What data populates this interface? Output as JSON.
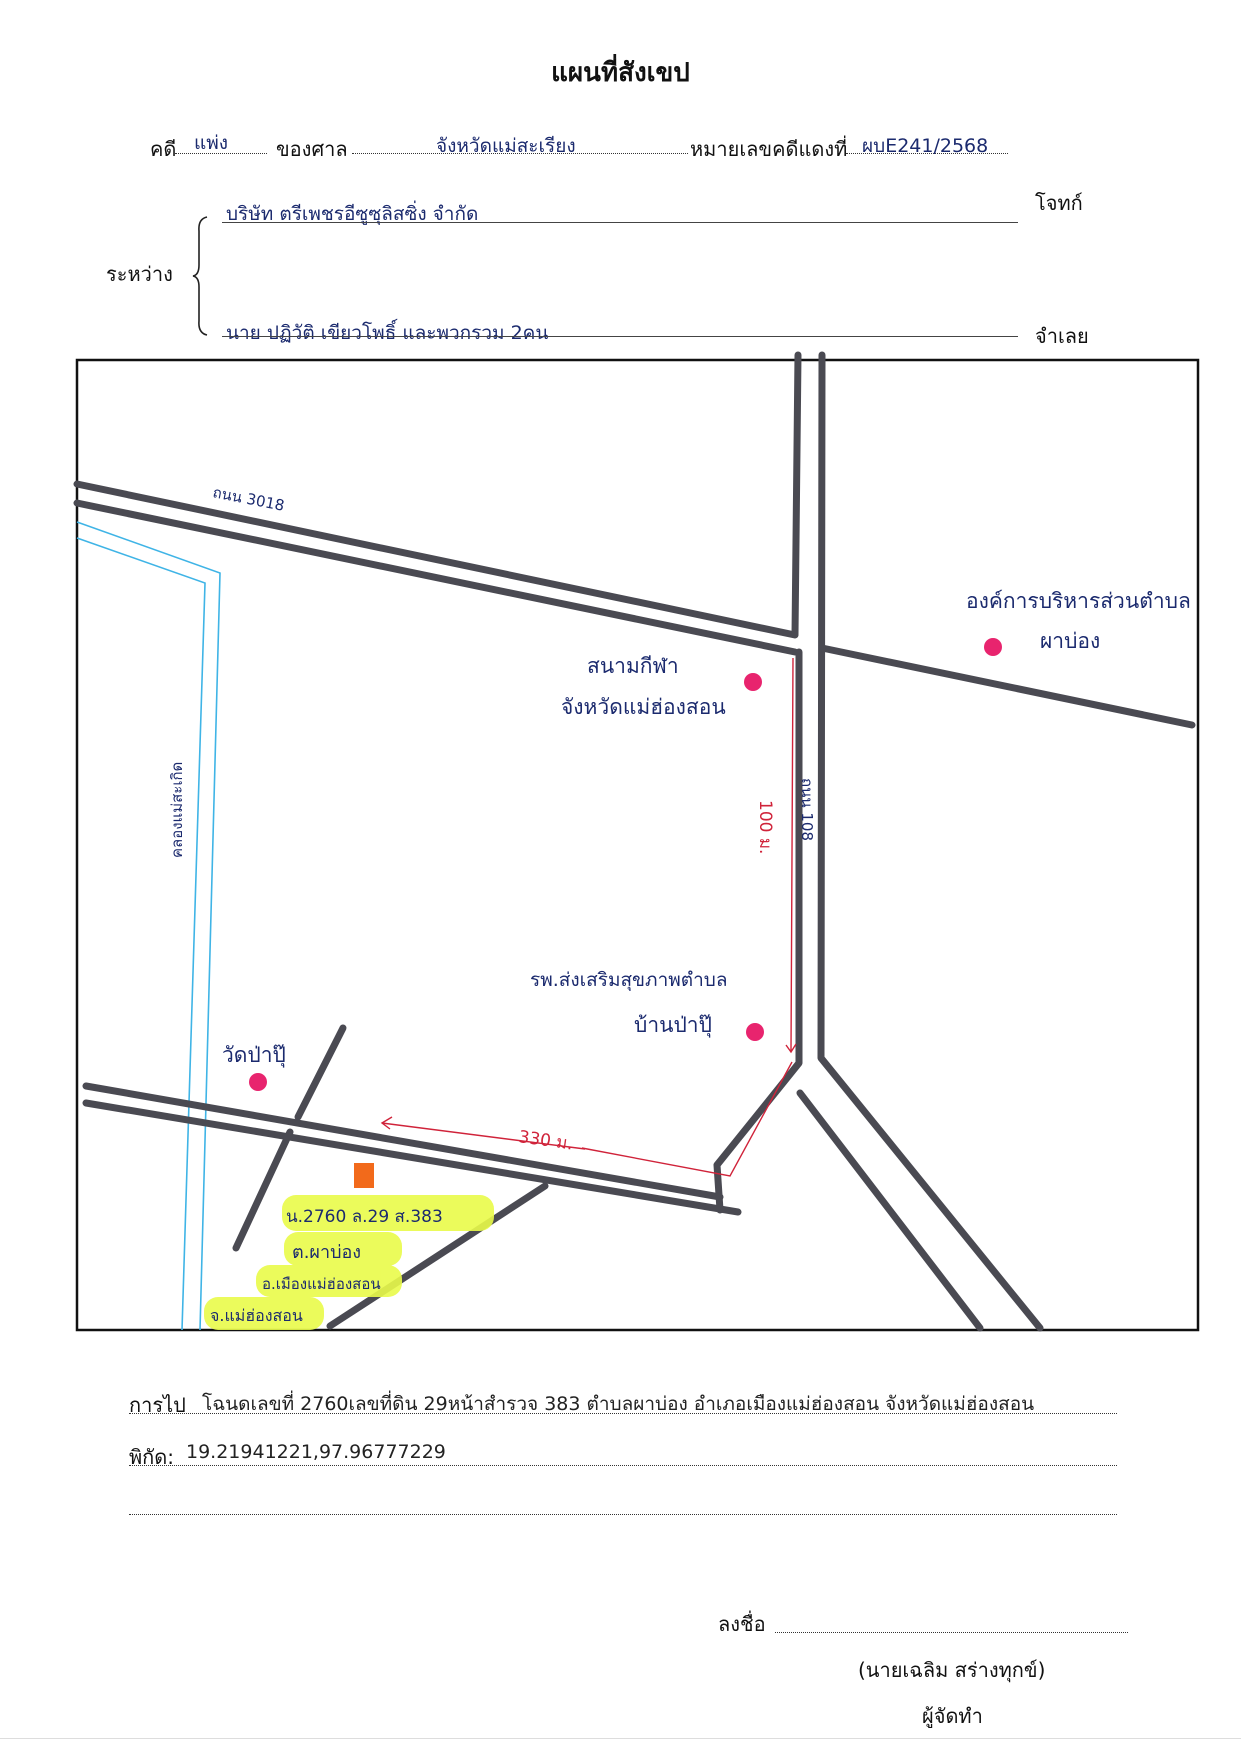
{
  "document": {
    "title": "แผนที่สังเขป",
    "case_label": "คดี",
    "case_type": "แพ่ง",
    "court_label": "ของศาล",
    "court_name": "จังหวัดแม่สะเรียง",
    "red_case_label": "หมายเลขคดีแดงที่",
    "red_case_number": "ผบE241/2568",
    "between_label": "ระหว่าง",
    "plaintiff_name": "บริษัท ตรีเพชรอีซูซุลิสซิ่ง จำกัด",
    "plaintiff_label": "โจทก์",
    "defendant_name": "นาย ปฏิวัติ เขียวโพธิ์ และพวกรวม 2คน",
    "defendant_label": "จำเลย"
  },
  "map": {
    "road_3018": "ถนน 3018",
    "road_108": "ถนน 108",
    "canal": "คลองแม่สะเกิด",
    "sao_line1": "องค์การบริหารส่วนตำบล",
    "sao_line2": "ผาบ่อง",
    "stadium_line1": "สนามกีฬา",
    "stadium_line2": "จังหวัดแม่ฮ่องสอน",
    "hospital_line1": "รพ.ส่งเสริมสุขภาพตำบล",
    "hospital_line2": "บ้านป่าปุ๊",
    "temple": "วัดป่าปุ๊",
    "dist_vertical": "100 ม.",
    "dist_horizontal": "330 ม.",
    "plot_line1": "น.2760 ล.29 ส.383",
    "plot_line2": "ต.ผาบ่อง",
    "plot_line3": "อ.เมืองแม่ฮ่องสอน",
    "plot_line4": "จ.แม่ฮ่องสอน",
    "colors": {
      "road": "#4a4a52",
      "canal": "#3fb4e6",
      "handwriting": "#1b2a6e",
      "landmark_dot": "#e8246e",
      "distance": "#d0233a",
      "plot_marker": "#f26a1b",
      "highlight": "#e9fb4a"
    }
  },
  "directions": {
    "label": "การไป",
    "text": "โฉนดเลขที่ 2760เลขที่ดิน 29หน้าสำรวจ 383 ตำบลผาบ่อง อำเภอเมืองแม่ฮ่องสอน จังหวัดแม่ฮ่องสอน",
    "coords_label": "พิกัด:",
    "coords": "19.21941221,97.96777229"
  },
  "signature": {
    "sign_label": "ลงชื่อ",
    "name": "(นายเฉลิม สร่างทุกข์)",
    "role": "ผู้จัดทำ"
  }
}
